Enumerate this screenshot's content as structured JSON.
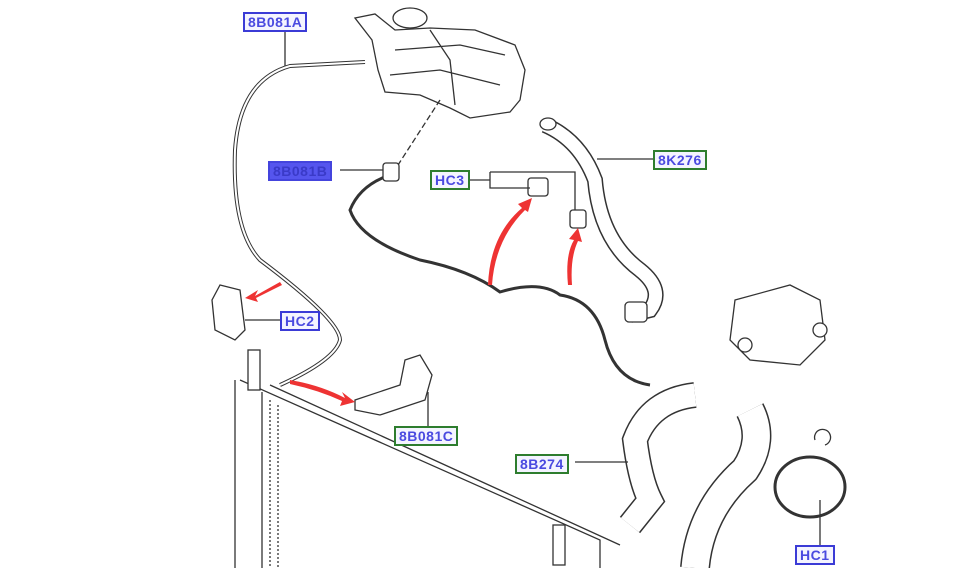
{
  "callouts": [
    {
      "id": "8B081A",
      "style": "blue"
    },
    {
      "id": "8B081B",
      "style": "highlighted"
    },
    {
      "id": "HC3",
      "style": "green"
    },
    {
      "id": "8K276",
      "style": "green"
    },
    {
      "id": "HC2",
      "style": "blue"
    },
    {
      "id": "8B081C",
      "style": "green"
    },
    {
      "id": "8B274",
      "style": "green"
    },
    {
      "id": "HC1",
      "style": "blue"
    }
  ],
  "colors": {
    "blue_border": "#3b3bd6",
    "green_border": "#2e7d2e",
    "arrow": "#ee3333",
    "line": "#222222"
  }
}
